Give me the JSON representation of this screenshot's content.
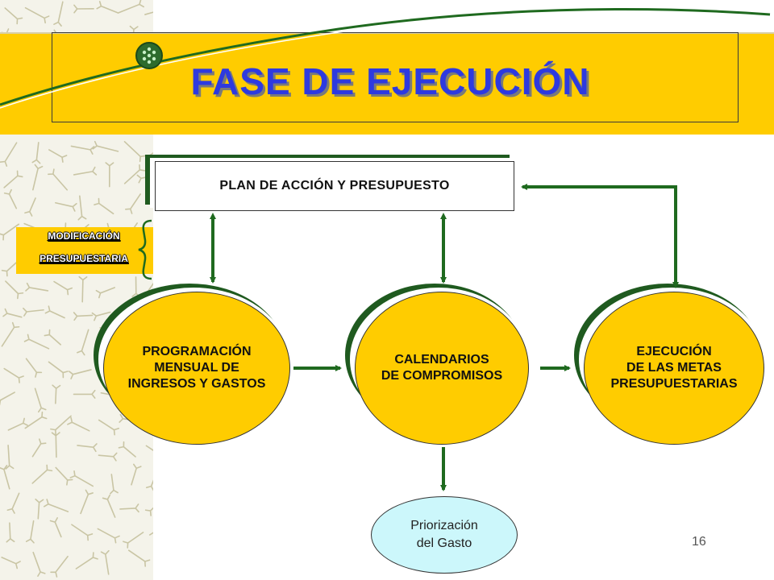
{
  "slide": {
    "title": "FASE DE EJECUCIÓN",
    "page_number": "16"
  },
  "side_label": {
    "line1": "MODIFICACIÓN",
    "line2": "PRESUPUESTARIA"
  },
  "nodes": {
    "plan": "PLAN DE ACCIÓN Y PRESUPUESTO",
    "programacion": "PROGRAMACIÓN\nMENSUAL DE\nINGRESOS Y GASTOS",
    "calendarios": "CALENDARIOS\nDE COMPROMISOS",
    "ejecucion": "EJECUCIÓN\nDE LAS METAS\nPRESUPUESTARIAS",
    "priorizacion": "Priorización\ndel Gasto"
  },
  "colors": {
    "band": "#ffcc00",
    "title": "#2e3adf",
    "arrow": "#1f6a1f",
    "ellipse": "#ffcc00",
    "priorizacion": "#ccf7fb"
  }
}
